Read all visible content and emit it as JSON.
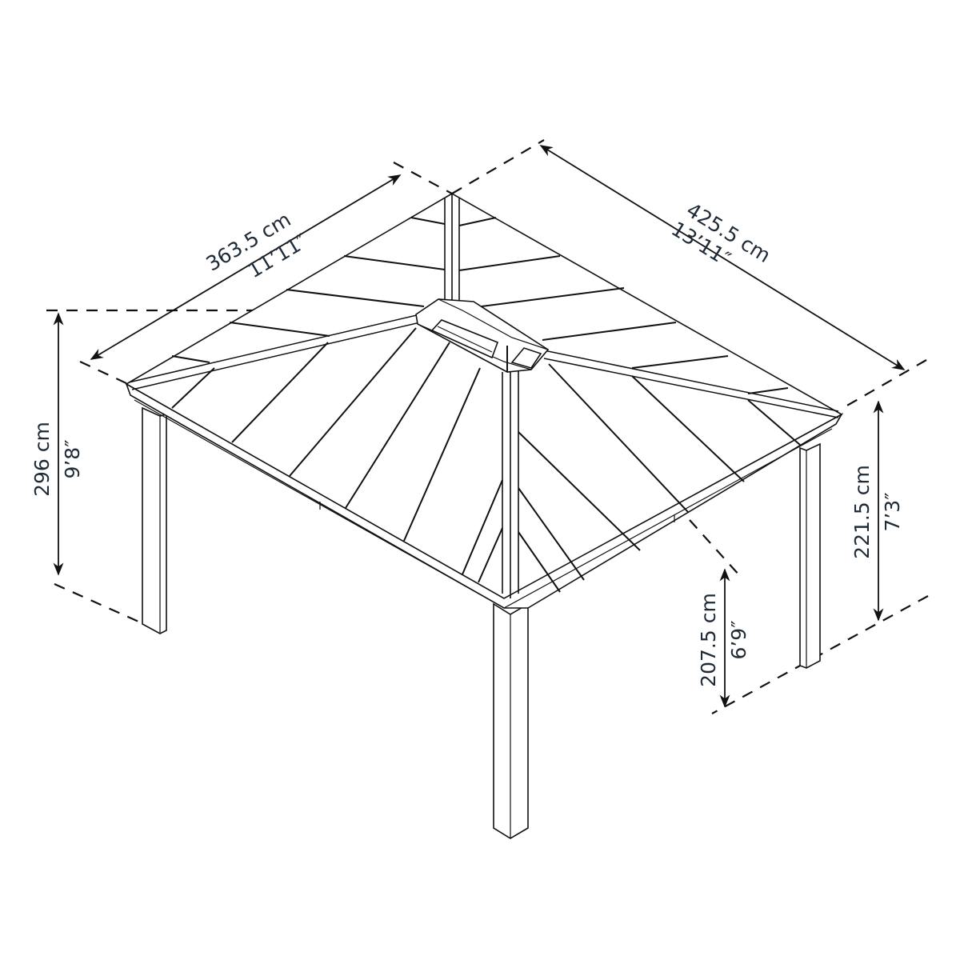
{
  "diagram": {
    "subject": "Hardtop gazebo with hip roof and central ridge cap",
    "colors": {
      "line": "#111111",
      "label": "#1f2a37",
      "background": "#ffffff"
    },
    "dimensions": {
      "depth": {
        "metric": "363.5 cm",
        "imperial": "11’11″"
      },
      "width": {
        "metric": "425.5 cm",
        "imperial": "13’11″"
      },
      "total_height": {
        "metric": "296 cm",
        "imperial": "9’8″"
      },
      "eave_height": {
        "metric": "221.5 cm",
        "imperial": "7’3″"
      },
      "clearance_height": {
        "metric": "207.5 cm",
        "imperial": "6’9″"
      }
    }
  }
}
